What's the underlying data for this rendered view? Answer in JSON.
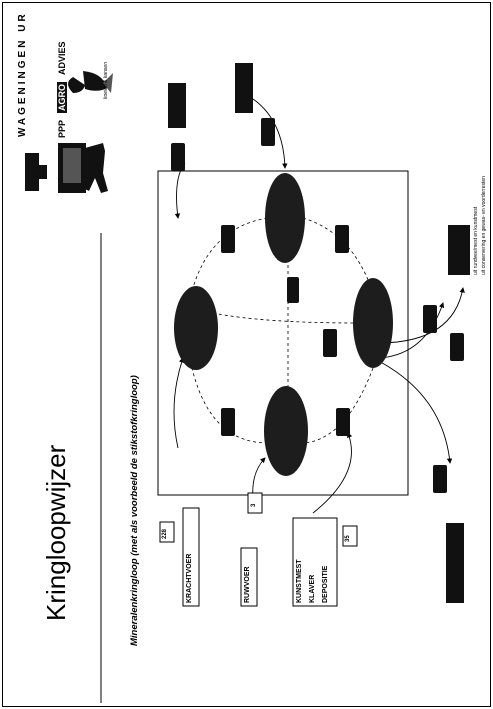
{
  "title": "Kringloopwijzer",
  "subtitle": "Mineralenkringloop (met als voorbeeld de stikstofkringloop)",
  "logos": {
    "wageningen": "WAGENINGEN UR",
    "ppp": "PPP",
    "agro": "AGRO",
    "advies": "ADVIES",
    "koeien": "koeien & kansen"
  },
  "inputs": {
    "krachtvoer": "KRACHTVOER",
    "krachtvoer_value": "228",
    "ruwvoer": "RUWVOER",
    "ruwvoer_value": "3",
    "kunstmest": "KUNSTMEST",
    "klaver": "KLAVER",
    "depositie": "DEPOSITIE",
    "kunstmest_value": "35"
  },
  "legend": {
    "line1": "uit rundvee/mest en kunstmest",
    "line2": "uit conservering en gewas- en voorderresten"
  },
  "colors": {
    "ellipse": "#1d1d1d",
    "box": "#111111",
    "line": "#000000"
  }
}
